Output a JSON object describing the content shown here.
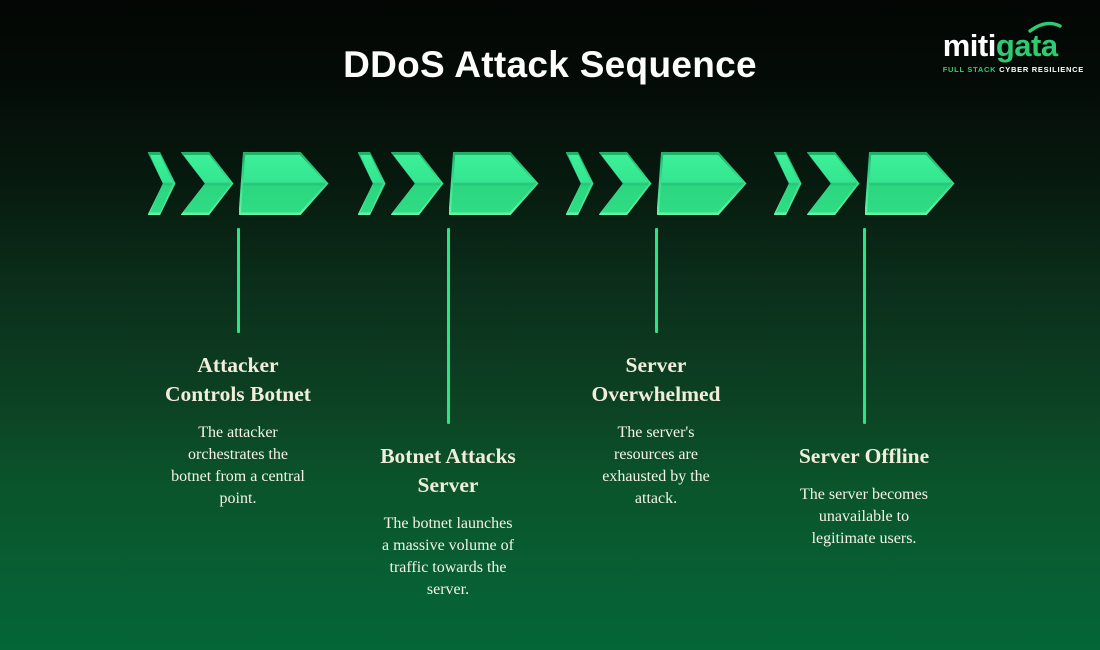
{
  "title": "DDoS Attack Sequence",
  "logo": {
    "brand_prefix": "miti",
    "brand_suffix": "gata",
    "tagline_accent": "FULL STACK",
    "tagline_rest": "CYBER RESILIENCE"
  },
  "colors": {
    "arrow_green": "#2ee88c",
    "connector_green": "#2be487",
    "logo_green": "#2fcb72",
    "background_top": "#030604",
    "background_bottom": "#046537",
    "heading_cream": "#f2edda",
    "body_cream": "#f6f3e6",
    "title_white": "#fdfdfb"
  },
  "steps": [
    {
      "heading": "Attacker\nControls Botnet",
      "description": "The attacker\norchestrates the\nbotnet from a central\npoint."
    },
    {
      "heading": "Botnet Attacks\nServer",
      "description": "The botnet launches\na massive volume of\ntraffic towards the\nserver."
    },
    {
      "heading": "Server\nOverwhelmed",
      "description": "The server's\nresources are\nexhausted by the\nattack."
    },
    {
      "heading": "Server Offline",
      "description": "The server becomes\nunavailable to\nlegitimate users."
    }
  ]
}
